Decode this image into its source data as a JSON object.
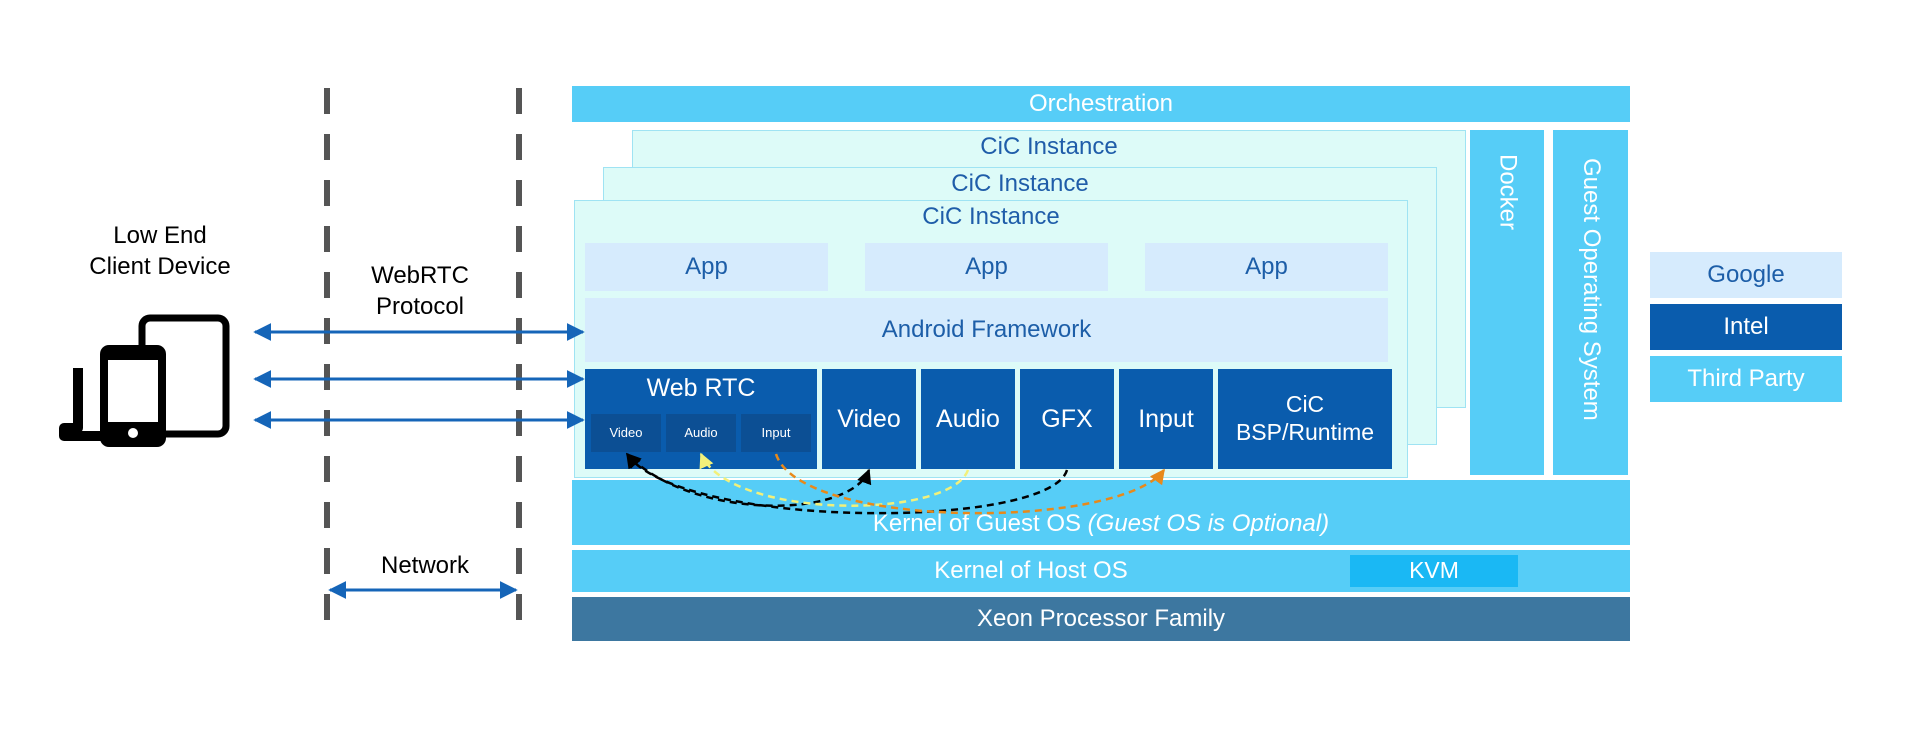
{
  "client": {
    "title_line1": "Low End",
    "title_line2": "Client Device"
  },
  "webrtc_protocol": {
    "line1": "WebRTC",
    "line2": "Protocol"
  },
  "network_label": "Network",
  "orchestration": "Orchestration",
  "cic_instances": [
    "CiC Instance",
    "CiC Instance",
    "CiC Instance"
  ],
  "apps": [
    "App",
    "App",
    "App"
  ],
  "android_framework": "Android Framework",
  "webrtc_block": {
    "title": "Web RTC",
    "sub": [
      "Video",
      "Audio",
      "Input"
    ]
  },
  "modules": {
    "video": "Video",
    "audio": "Audio",
    "gfx": "GFX",
    "input": "Input",
    "cic_line1": "CiC",
    "cic_line2": "BSP/Runtime"
  },
  "docker": "Docker",
  "guest_os_system": "Guest Operating System",
  "kernel_guest": {
    "main": "Kernel of Guest OS ",
    "note": "(Guest OS is Optional)"
  },
  "kernel_host": "Kernel of Host OS",
  "kvm": "KVM",
  "xeon": "Xeon Processor Family",
  "legend": [
    {
      "label": "Google",
      "color": "#d6ebfd",
      "text_color": "#1d5ea8"
    },
    {
      "label": "Intel",
      "color": "#0a5cad",
      "text_color": "#ffffff"
    },
    {
      "label": "Third Party",
      "color": "#56cdf7",
      "text_color": "#ffffff"
    }
  ],
  "colors": {
    "light_blue": "#56cdf7",
    "dark_blue": "#0a5cad",
    "pale_blue": "#d6ebfd",
    "instance_bg": "#ddfbf8",
    "xeon": "#3d77a0",
    "kvm": "#1ab8f4",
    "arrow": "#1565b8",
    "arc_black": "#000000",
    "arc_yellow": "#f2f07a",
    "arc_orange": "#e8891a"
  },
  "icons": [
    "devices-icon"
  ]
}
